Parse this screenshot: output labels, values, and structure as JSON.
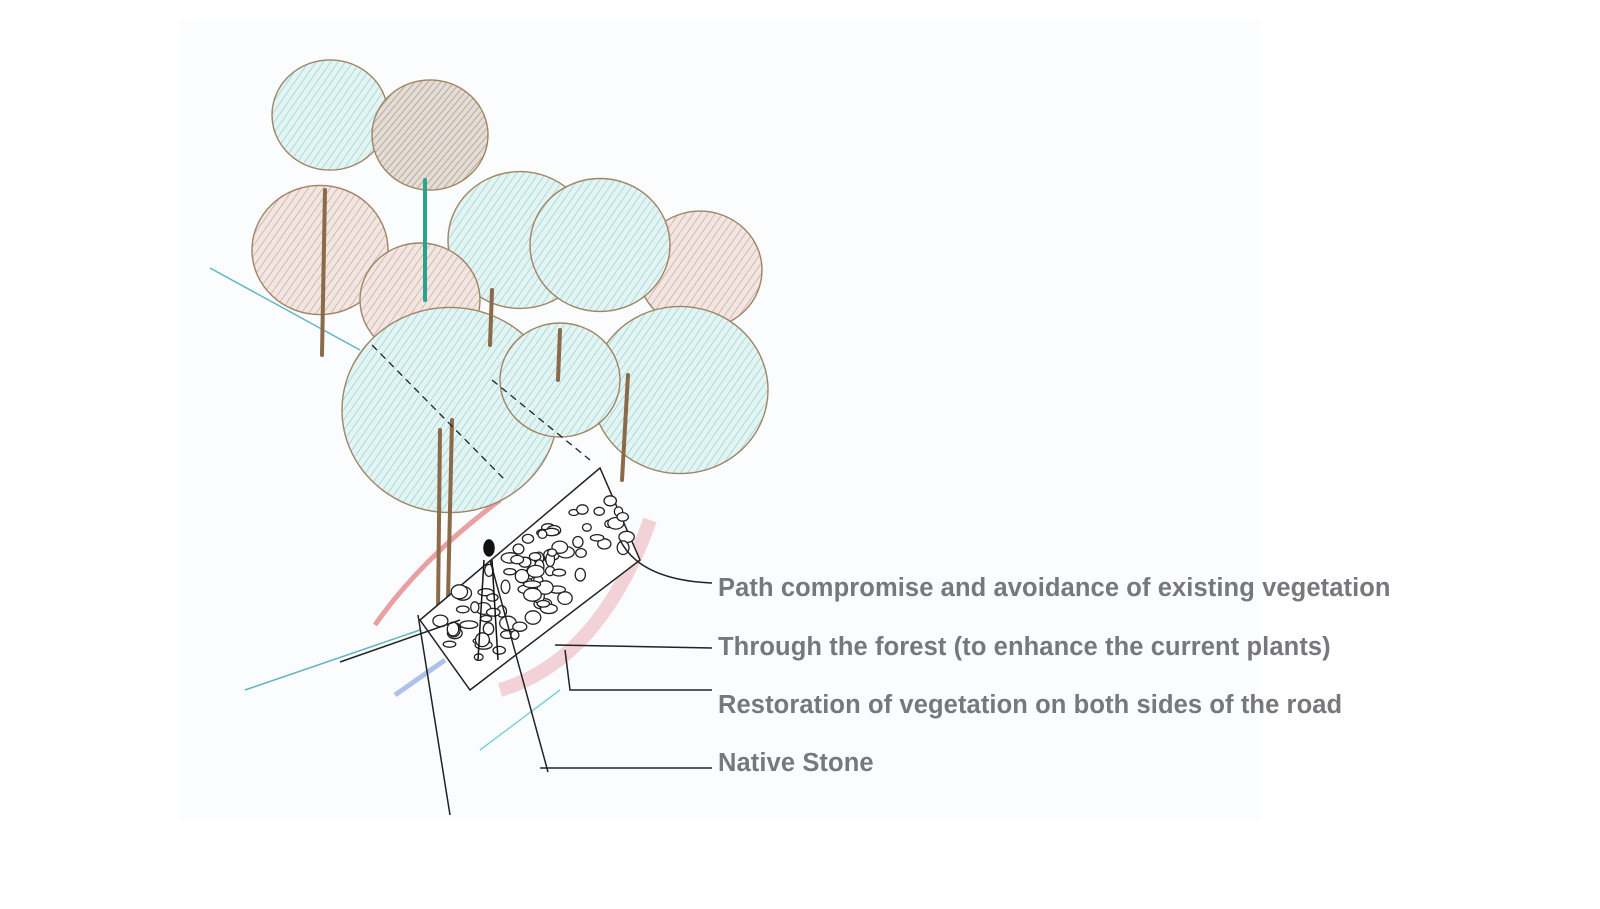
{
  "diagram": {
    "labels": [
      "Path compromise and avoidance of existing vegetation",
      "Through the forest (to enhance the current plants)",
      "Restoration of vegetation on both sides of the road",
      "Native Stone"
    ],
    "colors": {
      "label_text": "#77777d",
      "canopy_cyan": "#b9e3e3",
      "canopy_brown": "#d9c3bc",
      "outline_brown": "#a08464",
      "trunk": "#8a6a48",
      "accent_red": "#e07a7a",
      "ink": "#222222"
    }
  }
}
